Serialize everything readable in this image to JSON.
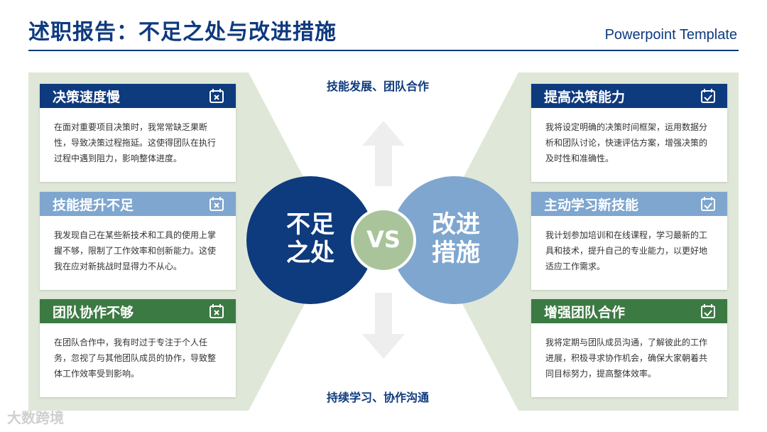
{
  "header": {
    "title": "述职报告：不足之处与改进措施",
    "subtitle": "Powerpoint Template"
  },
  "center": {
    "top_label": "技能发展、团队合作",
    "bottom_label": "持续学习、协作沟通",
    "left_circle": [
      "不足",
      "之处"
    ],
    "right_circle": [
      "改进",
      "措施"
    ],
    "vs": "VS"
  },
  "left_cards": [
    {
      "title": "决策速度慢",
      "text": "在面对重要项目决策时，我常常缺乏果断性，导致决策过程拖延。这使得团队在执行过程中遇到阻力，影响整体进度。"
    },
    {
      "title": "技能提升不足",
      "text": "我发现自己在某些新技术和工具的使用上掌握不够，限制了工作效率和创新能力。这使我在应对新挑战时显得力不从心。"
    },
    {
      "title": "团队协作不够",
      "text": "在团队合作中，我有时过于专注于个人任务，忽视了与其他团队成员的协作，导致整体工作效率受到影响。"
    }
  ],
  "right_cards": [
    {
      "title": "提高决策能力",
      "text": "我将设定明确的决策时间框架，运用数据分析和团队讨论，快速评估方案，增强决策的及时性和准确性。"
    },
    {
      "title": "主动学习新技能",
      "text": "我计划参加培训和在线课程，学习最新的工具和技术，提升自己的专业能力，以更好地适应工作需求。"
    },
    {
      "title": "增强团队合作",
      "text": "我将定期与团队成员沟通，了解彼此的工作进展，积极寻求协作机会，确保大家朝着共同目标努力，提高整体效率。"
    }
  ],
  "watermark": "大数跨境",
  "colors": {
    "dark_blue": "#0e3a7e",
    "light_blue": "#7ea6cf",
    "green": "#3c7a43",
    "pale_green": "#dfe8d8",
    "vs_green": "#a9c49a"
  }
}
